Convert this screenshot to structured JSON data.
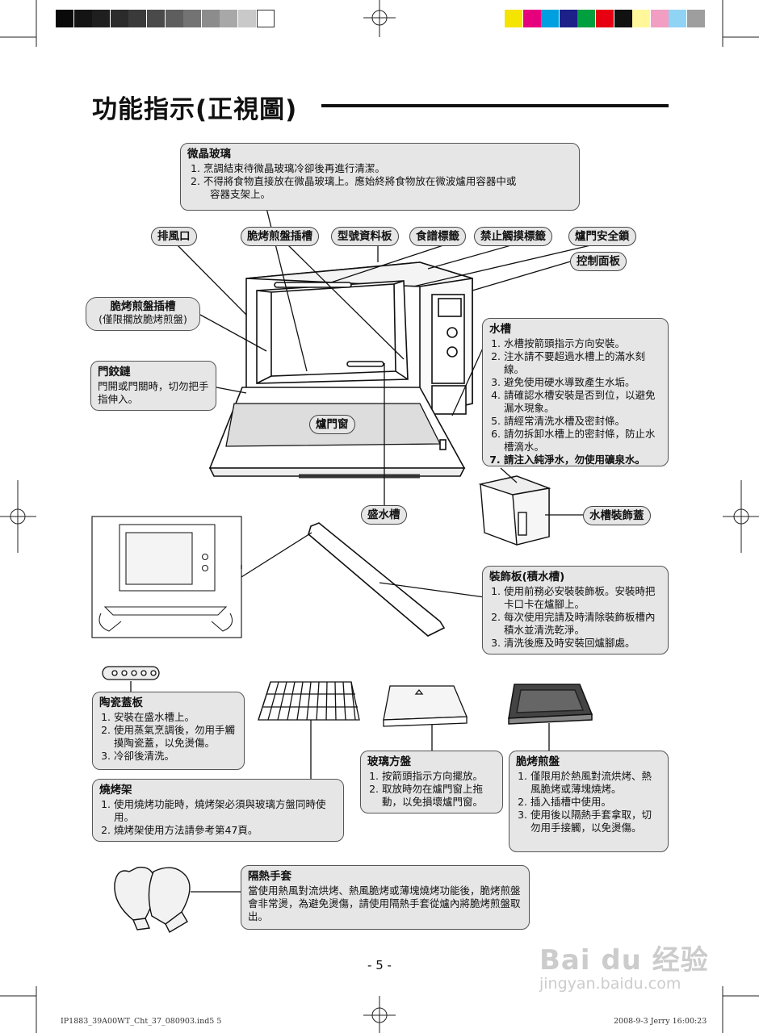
{
  "title": "功能指示(正視圖)",
  "colors": {
    "gray_bars": [
      "#0a0a0a",
      "#141414",
      "#1f1f1f",
      "#2b2b2b",
      "#3a3a3a",
      "#4a4a4a",
      "#5e5e5e",
      "#737373",
      "#8c8c8c",
      "#a8a8a8",
      "#c9c9c9",
      "#ffffff"
    ],
    "color_bars": [
      "#f5e300",
      "#e6007e",
      "#00a0e0",
      "#1d2088",
      "#00a040",
      "#e60012",
      "#111111",
      "#fff799",
      "#f19ec2",
      "#8fd3f5",
      "#9e9e9e"
    ],
    "box_fill": "#e6e6e6"
  },
  "labels": {
    "vent": "排風口",
    "crisp_slot_top": "脆烤煎盤插槽",
    "model_plate": "型號資料板",
    "recipe_label": "食譜標籤",
    "no_touch_label": "禁止觸摸標籤",
    "door_lock": "爐門安全鎖",
    "control_panel": "控制面板",
    "crisp_slot_side": "脆烤煎盤插槽",
    "crisp_slot_note": "(僅限擱放脆烤煎盤)",
    "door_window": "爐門窗",
    "drip_tray": "盛水槽",
    "tank_cover": "水槽裝飾蓋"
  },
  "crystal_glass": {
    "heading": "微晶玻璃",
    "items": [
      "1.  烹調結束待微晶玻璃冷卻後再進行清潔。",
      "2.  不得將食物直接放在微晶玻璃上。應始終將食物放在微波爐用容器中或",
      "容器支架上。"
    ]
  },
  "hinge": {
    "heading": "門鉸鏈",
    "text": "門開或門關時，切勿把手指伸入。"
  },
  "water_tank": {
    "heading": "水槽",
    "items": [
      "水槽按箭頭指示方向安裝。",
      "注水請不要超過水槽上的滿水刻線。",
      "避免使用硬水導致產生水垢。",
      "請確認水槽安裝是否到位，以避免漏水現象。",
      "請經常清洗水槽及密封條。",
      "請勿拆卸水槽上的密封條，防止水槽滴水。",
      "請注入純淨水，勿使用礦泉水。"
    ]
  },
  "deco_panel": {
    "heading": "裝飾板(積水槽)",
    "items": [
      "使用前務必安裝裝飾板。安裝時把卡口卡在爐腳上。",
      "每次使用完請及時清除裝飾板槽內積水並清洗乾淨。",
      "清洗後應及時安裝回爐腳處。"
    ]
  },
  "ceramic_cover": {
    "heading": "陶瓷蓋板",
    "items": [
      "安裝在盛水槽上。",
      "使用蒸氣烹調後，勿用手觸摸陶瓷蓋，以免燙傷。",
      "冷卻後清洗。"
    ]
  },
  "grill_rack": {
    "heading": "燒烤架",
    "items": [
      "使用燒烤功能時，燒烤架必須與玻璃方盤同時使用。",
      "燒烤架使用方法請參考第47頁。"
    ]
  },
  "glass_tray": {
    "heading": "玻璃方盤",
    "items": [
      "按箭頭指示方向擺放。",
      "取放時勿在爐門窗上拖動，以免損壞爐門窗。"
    ]
  },
  "crisp_pan": {
    "heading": "脆烤煎盤",
    "items": [
      "僅限用於熱風對流烘烤、熱風脆烤或薄塊燒烤。",
      "插入插槽中使用。",
      "使用後以隔熱手套拿取，切勿用手接觸，以免燙傷。"
    ]
  },
  "mitts": {
    "heading": "隔熱手套",
    "text": "當使用熱風對流烘烤、熱風脆烤或薄塊燒烤功能後，脆烤煎盤會非常燙，為避免燙傷，請使用隔熱手套從爐內將脆烤煎盤取出。"
  },
  "page_number": "- 5 -",
  "footer_left": "IP1883_39A00WT_Cht_37_080903.ind5   5",
  "footer_right": "2008-9-3   Jerry 16:00:23",
  "watermark": {
    "logo": "Bai du 经验",
    "url": "jingyan.baidu.com"
  }
}
